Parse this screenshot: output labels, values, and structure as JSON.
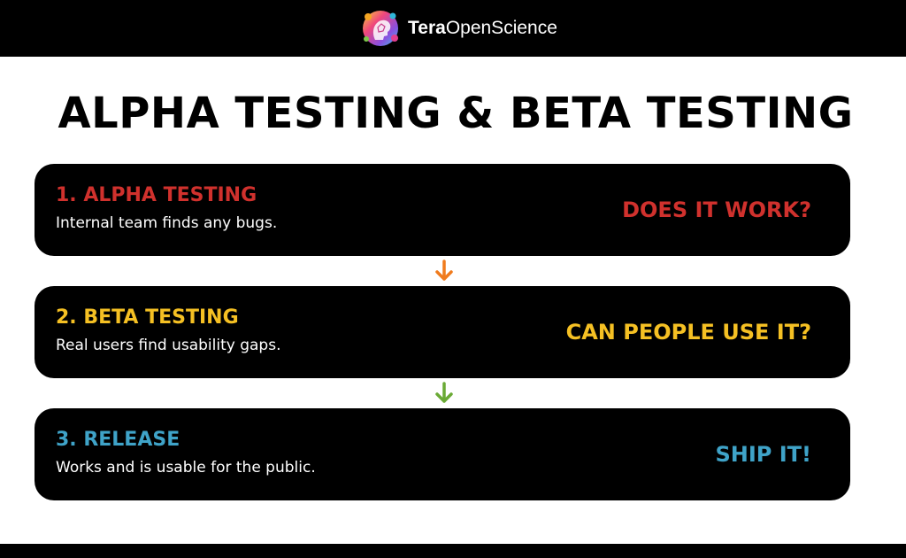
{
  "header": {
    "brand_bold": "Tera",
    "brand_light": "OpenScience"
  },
  "title": "ALPHA TESTING & BETA TESTING",
  "steps": [
    {
      "heading": "1. ALPHA TESTING",
      "description": "Internal team finds any bugs.",
      "question": "DOES IT WORK?",
      "color": "#d0312d"
    },
    {
      "heading": "2. BETA TESTING",
      "description": "Real users find usability gaps.",
      "question": "CAN PEOPLE USE IT?",
      "color": "#f5c023"
    },
    {
      "heading": "3. RELEASE",
      "description": "Works and is usable for the public.",
      "question": "SHIP IT!",
      "color": "#3fa3c8"
    }
  ],
  "arrows": [
    {
      "icon": "arrow-down-icon",
      "color": "#f07b1d"
    },
    {
      "icon": "arrow-down-icon",
      "color": "#6aaa35"
    }
  ],
  "colors": {
    "background": "#ffffff",
    "bars": "#000000",
    "card": "#000000",
    "text_on_card": "#ffffff"
  }
}
